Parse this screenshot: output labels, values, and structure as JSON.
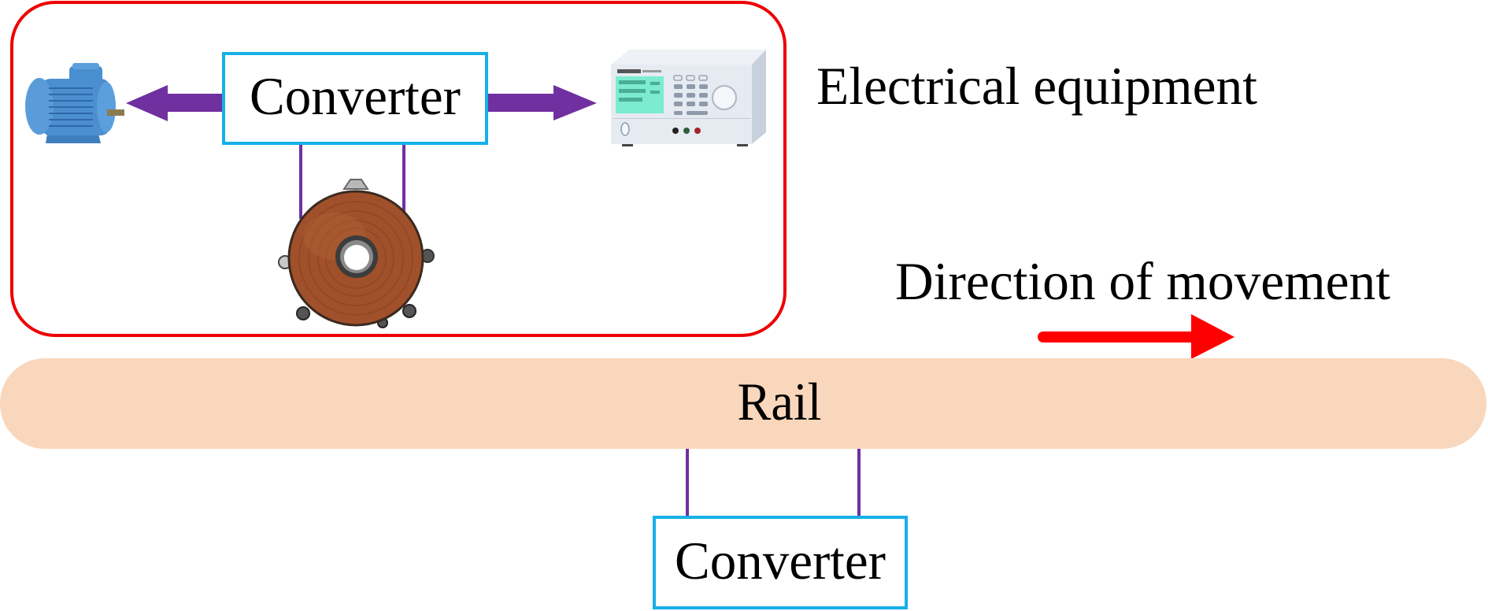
{
  "diagram": {
    "labels": {
      "group": "Electrical equipment",
      "direction": "Direction of movement",
      "rail": "Rail"
    },
    "nodes": {
      "converter_top": {
        "label": "Converter"
      },
      "converter_bottom": {
        "label": "Converter"
      },
      "motor": {
        "icon": "electric-motor-icon"
      },
      "power_supply": {
        "icon": "dc-power-supply-icon"
      },
      "coil": {
        "icon": "pickup-coil-icon"
      }
    },
    "edges": [
      {
        "from": "converter_top",
        "to": "motor",
        "type": "arrow"
      },
      {
        "from": "converter_top",
        "to": "power_supply",
        "type": "arrow"
      },
      {
        "from": "converter_top",
        "to": "coil",
        "type": "wire-pair"
      },
      {
        "from": "rail",
        "to": "converter_bottom",
        "type": "wire-pair"
      }
    ],
    "colors": {
      "group_border": "#EE0000",
      "converter_border": "#16B0E8",
      "flow_arrow": "#7030A0",
      "direction_arrow": "#FF0000",
      "rail_fill": "#F9D7BC"
    }
  }
}
